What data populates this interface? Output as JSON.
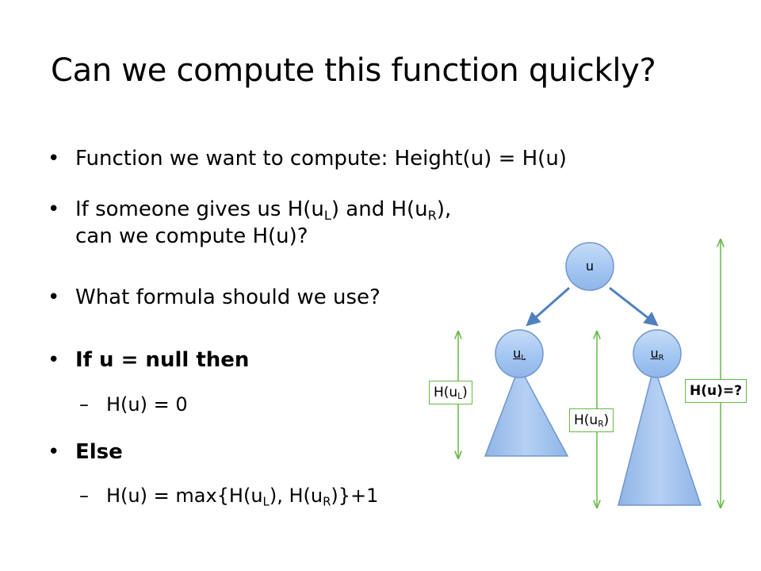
{
  "slide": {
    "title": "Can we compute this function quickly?",
    "bullets": [
      {
        "text": "Function we want to compute: Height(u) = H(u)"
      },
      {
        "line1_a": "If someone gives us H(u",
        "line1_sub1": "L",
        "line1_b": ") and H(u",
        "line1_sub2": "R",
        "line1_c": "),",
        "line2": "can we compute H(u)?"
      },
      {
        "text": "What formula should we use?"
      },
      {
        "text": "If u = null then",
        "sub": "H(u) = 0"
      },
      {
        "text": "Else",
        "sub_a": "H(u) = max{H(u",
        "sub_sub1": "L",
        "sub_b": "), H(u",
        "sub_sub2": "R",
        "sub_c": ")}+1"
      }
    ],
    "bullet_char": "•",
    "dash_char": "–"
  },
  "diagram": {
    "root_label": "u",
    "left_label_main": "u",
    "left_label_sub": "L",
    "right_label_main": "u",
    "right_label_sub": "R",
    "h_left_main": "H(u",
    "h_left_sub": "L",
    "h_left_end": ")",
    "h_right_main": "H(u",
    "h_right_sub": "R",
    "h_right_end": ")",
    "h_total": "H(u)=?",
    "colors": {
      "node_fill": "#9dc3f0",
      "node_stroke": "#6f97cc",
      "edge": "#4f81bd",
      "arrow": "#68b848",
      "label_border": "#68b848"
    }
  }
}
